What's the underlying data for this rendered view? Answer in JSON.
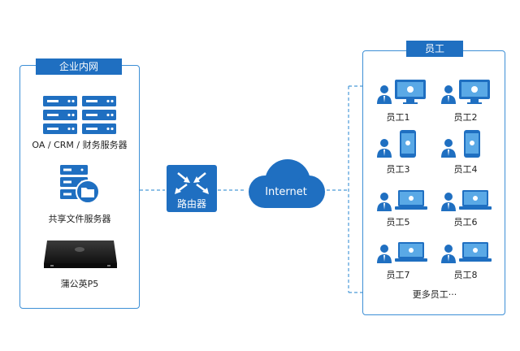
{
  "intranet": {
    "title": "企业内网",
    "server_rack_label": "OA / CRM / 财务服务器",
    "file_server_label": "共享文件服务器",
    "device_label": "蒲公英P5"
  },
  "router": {
    "label": "路由器"
  },
  "cloud": {
    "label": "Internet"
  },
  "employees": {
    "title": "员工",
    "items": [
      "员工1",
      "员工2",
      "员工3",
      "员工4",
      "员工5",
      "员工6",
      "员工7",
      "员工8"
    ],
    "more": "更多员工···"
  },
  "colors": {
    "primary": "#1f6fc1",
    "accent": "#3d8fd6",
    "line": "#4a9ad8"
  },
  "icons": [
    "server-rack-icon",
    "file-server-icon",
    "hardware-device-icon",
    "router-icon",
    "cloud-icon",
    "desktop-user-icon",
    "mobile-user-icon",
    "laptop-user-icon"
  ]
}
